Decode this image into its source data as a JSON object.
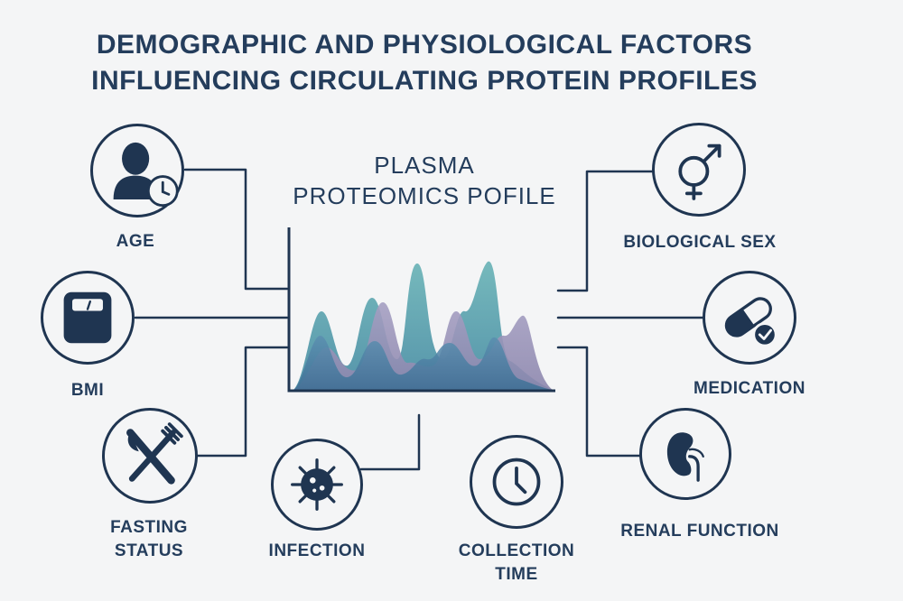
{
  "title_line1": "DEMOGRAPHIC AND PHYSIOLOGICAL FACTORS",
  "title_line2": "INFLUENCING CIRCULATING PROTEIN PROFILES",
  "center_line1": "PLASMA",
  "center_line2": "PROTEOMICS POFILE",
  "factors": {
    "age": "AGE",
    "bmi": "BMI",
    "fasting": "FASTING\nSTATUS",
    "infection": "INFECTION",
    "collection": "COLLECTION\nTIME",
    "sex": "BIOLOGICAL SEX",
    "medication": "MEDICATION",
    "renal": "RENAL FUNCTION"
  },
  "colors": {
    "ink": "#243d5c",
    "teal": "#5fa9b0",
    "lavender": "#9b94b8",
    "blue": "#4e7ea0"
  }
}
